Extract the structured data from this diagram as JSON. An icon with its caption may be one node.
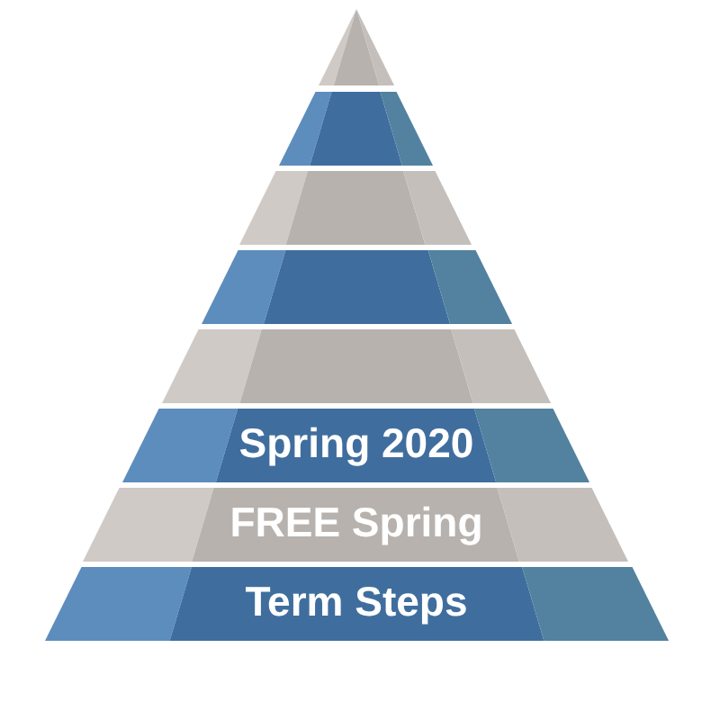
{
  "diagram": {
    "nodes": [
      {
        "text": [],
        "shape": "triangle"
      },
      {
        "text": [],
        "shape": "band"
      },
      {
        "text": [],
        "shape": "band"
      },
      {
        "text": [],
        "shape": "band"
      },
      {
        "text": [],
        "shape": "band"
      },
      {
        "text": [
          "Spring 2020"
        ]
      },
      {
        "text": [
          "FREE Spring"
        ]
      },
      {
        "text": [
          "Term Steps"
        ]
      }
    ]
  }
}
